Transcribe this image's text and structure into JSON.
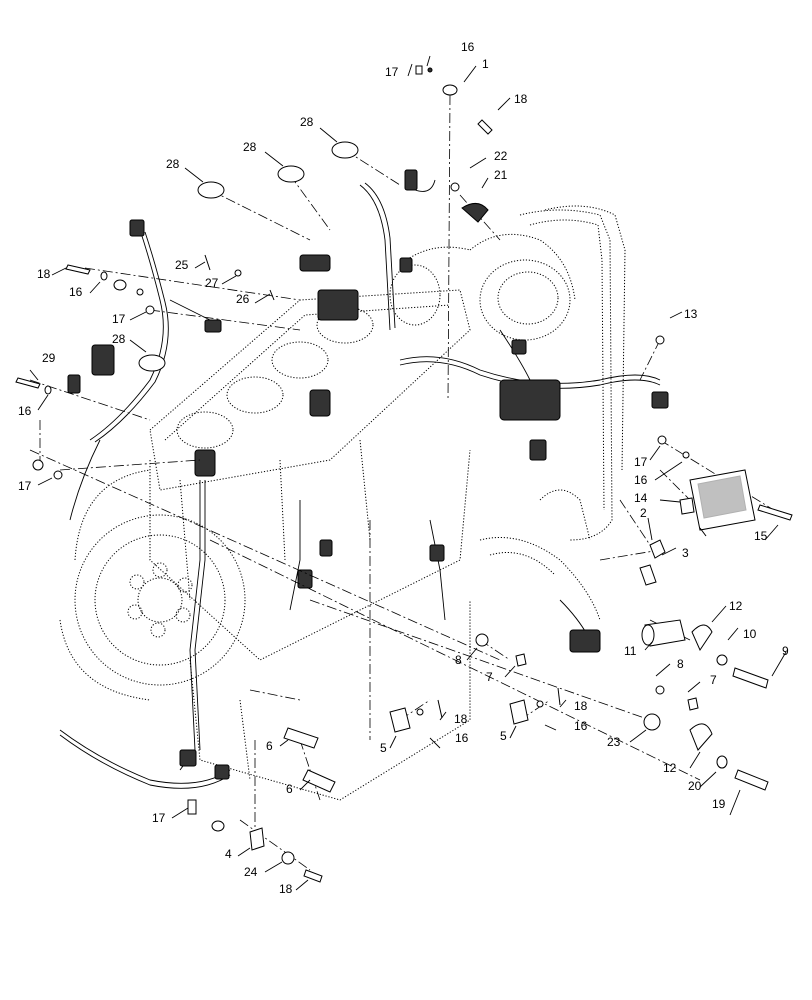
{
  "callouts": [
    {
      "id": "c-16-top",
      "text": "16"
    },
    {
      "id": "c-17-top",
      "text": "17"
    },
    {
      "id": "c-1",
      "text": "1"
    },
    {
      "id": "c-18-top",
      "text": "18"
    },
    {
      "id": "c-28-a",
      "text": "28"
    },
    {
      "id": "c-28-b",
      "text": "28"
    },
    {
      "id": "c-28-c",
      "text": "28"
    },
    {
      "id": "c-22",
      "text": "22"
    },
    {
      "id": "c-21",
      "text": "21"
    },
    {
      "id": "c-18-left",
      "text": "18"
    },
    {
      "id": "c-16-left",
      "text": "16"
    },
    {
      "id": "c-25",
      "text": "25"
    },
    {
      "id": "c-27",
      "text": "27"
    },
    {
      "id": "c-26",
      "text": "26"
    },
    {
      "id": "c-17-left",
      "text": "17"
    },
    {
      "id": "c-28-d",
      "text": "28"
    },
    {
      "id": "c-13",
      "text": "13"
    },
    {
      "id": "c-29",
      "text": "29"
    },
    {
      "id": "c-16-left2",
      "text": "16"
    },
    {
      "id": "c-17-right",
      "text": "17"
    },
    {
      "id": "c-16-right",
      "text": "16"
    },
    {
      "id": "c-17-left2",
      "text": "17"
    },
    {
      "id": "c-14",
      "text": "14"
    },
    {
      "id": "c-15",
      "text": "15"
    },
    {
      "id": "c-2",
      "text": "2"
    },
    {
      "id": "c-3",
      "text": "3"
    },
    {
      "id": "c-12-top",
      "text": "12"
    },
    {
      "id": "c-10",
      "text": "10"
    },
    {
      "id": "c-11",
      "text": "11"
    },
    {
      "id": "c-9",
      "text": "9"
    },
    {
      "id": "c-8-a",
      "text": "8"
    },
    {
      "id": "c-7-a",
      "text": "7"
    },
    {
      "id": "c-8-b",
      "text": "8"
    },
    {
      "id": "c-7-b",
      "text": "7"
    },
    {
      "id": "c-18-mid1",
      "text": "18"
    },
    {
      "id": "c-18-mid2",
      "text": "18"
    },
    {
      "id": "c-6-a",
      "text": "6"
    },
    {
      "id": "c-5-a",
      "text": "5"
    },
    {
      "id": "c-16-mid1",
      "text": "16"
    },
    {
      "id": "c-5-b",
      "text": "5"
    },
    {
      "id": "c-16-mid2",
      "text": "16"
    },
    {
      "id": "c-23",
      "text": "23"
    },
    {
      "id": "c-6-b",
      "text": "6"
    },
    {
      "id": "c-12-bot",
      "text": "12"
    },
    {
      "id": "c-20",
      "text": "20"
    },
    {
      "id": "c-19",
      "text": "19"
    },
    {
      "id": "c-17-bot",
      "text": "17"
    },
    {
      "id": "c-4",
      "text": "4"
    },
    {
      "id": "c-24",
      "text": "24"
    },
    {
      "id": "c-18-bot",
      "text": "18"
    }
  ]
}
